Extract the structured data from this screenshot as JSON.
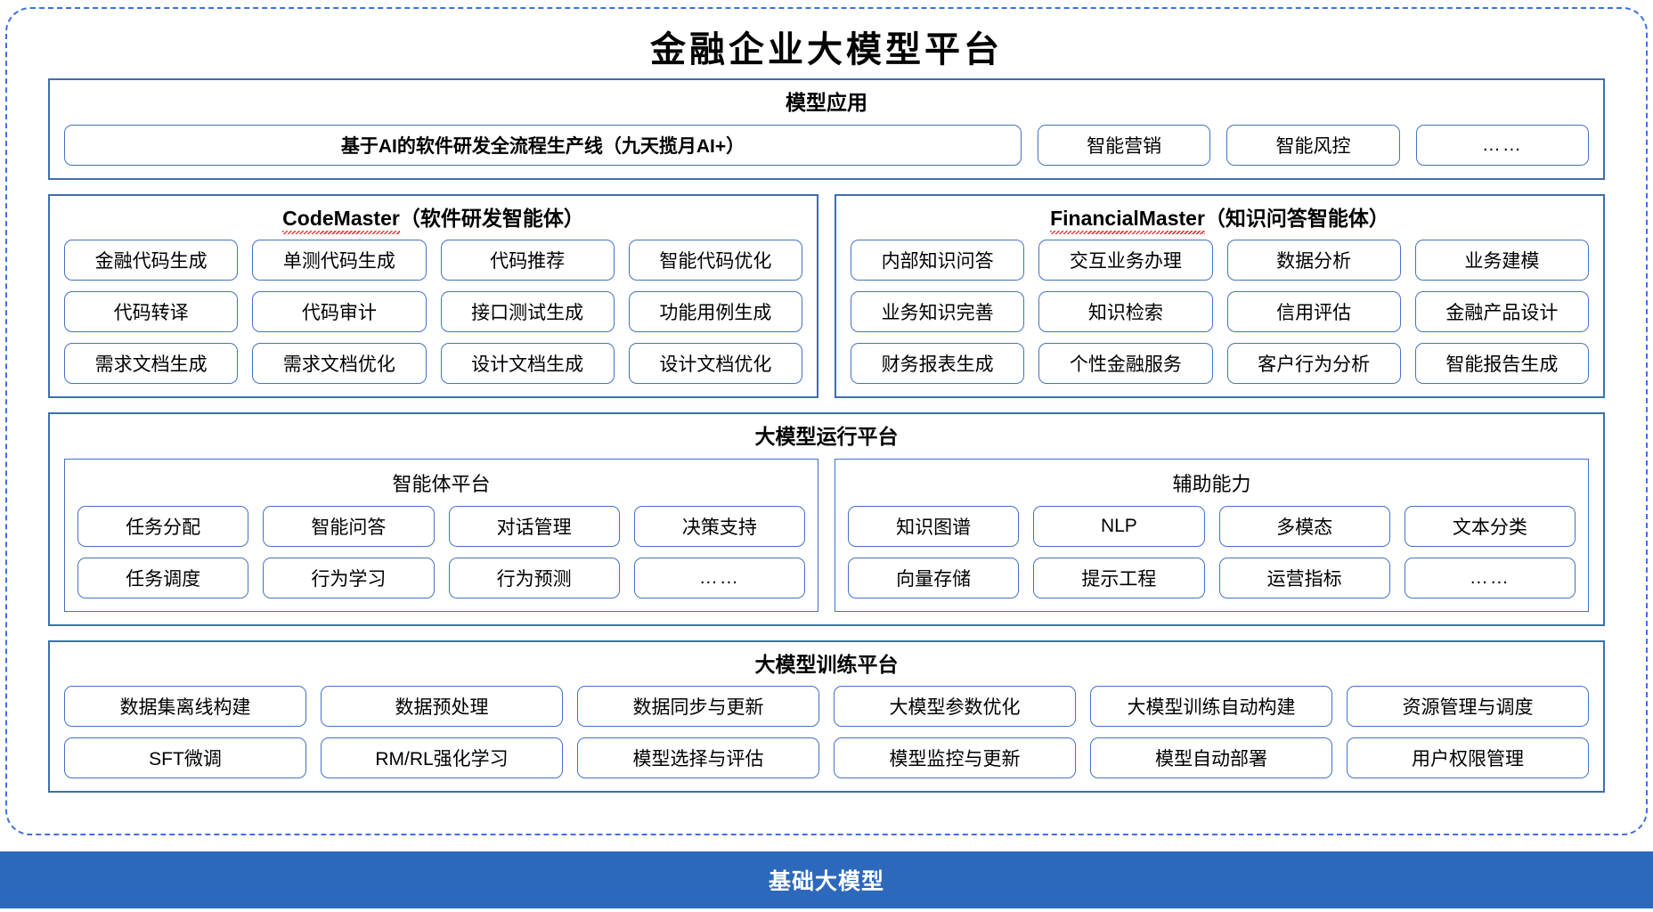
{
  "title": "金融企业大模型平台",
  "sections": {
    "model_application": {
      "title": "模型应用",
      "flagship": "基于AI的软件研发全流程生产线（九天揽月AI+）",
      "items": [
        "智能营销",
        "智能风控",
        "……"
      ]
    },
    "code_master": {
      "title_en": "CodeMaster",
      "title_cn": "（软件研发智能体）",
      "items": [
        "金融代码生成",
        "单测代码生成",
        "代码推荐",
        "智能代码优化",
        "代码转译",
        "代码审计",
        "接口测试生成",
        "功能用例生成",
        "需求文档生成",
        "需求文档优化",
        "设计文档生成",
        "设计文档优化"
      ]
    },
    "financial_master": {
      "title_en": "FinancialMaster",
      "title_cn": "（知识问答智能体）",
      "items": [
        "内部知识问答",
        "交互业务办理",
        "数据分析",
        "业务建模",
        "业务知识完善",
        "知识检索",
        "信用评估",
        "金融产品设计",
        "财务报表生成",
        "个性金融服务",
        "客户行为分析",
        "智能报告生成"
      ]
    },
    "runtime_platform": {
      "title": "大模型运行平台",
      "agent_platform": {
        "title": "智能体平台",
        "items": [
          "任务分配",
          "智能问答",
          "对话管理",
          "决策支持",
          "任务调度",
          "行为学习",
          "行为预测",
          "……"
        ]
      },
      "assist_capability": {
        "title": "辅助能力",
        "items": [
          "知识图谱",
          "NLP",
          "多模态",
          "文本分类",
          "向量存储",
          "提示工程",
          "运营指标",
          "……"
        ]
      }
    },
    "training_platform": {
      "title": "大模型训练平台",
      "items": [
        "数据集离线构建",
        "数据预处理",
        "数据同步与更新",
        "大模型参数优化",
        "大模型训练自动构建",
        "资源管理与调度",
        "SFT微调",
        "RM/RL强化学习",
        "模型选择与评估",
        "模型监控与更新",
        "模型自动部署",
        "用户权限管理"
      ]
    }
  },
  "footer": {
    "label": "基础大模型"
  },
  "colors": {
    "frame_dashed": "#4070e0",
    "section_border": "#3d6fad",
    "chip_border": "#4472c4",
    "footer_bg": "#2c69bc",
    "spellcheck_underline": "#e03030"
  }
}
